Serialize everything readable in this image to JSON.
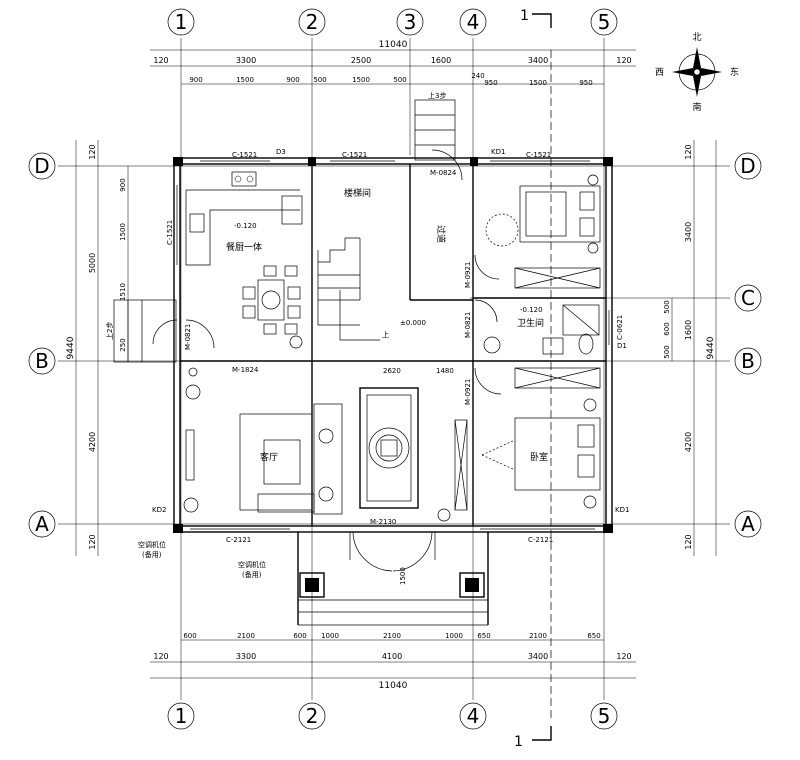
{
  "compass": {
    "north": "北",
    "south": "南",
    "east": "东",
    "west": "西"
  },
  "section_mark": "1",
  "axes": {
    "vertical": [
      "1",
      "2",
      "3",
      "4",
      "5"
    ],
    "horizontal": [
      "D",
      "C",
      "B",
      "A"
    ]
  },
  "dims_top": {
    "total": "11040",
    "overall": [
      "120",
      "3300",
      "2500",
      "1600",
      "3400",
      "120"
    ],
    "detail": [
      "900",
      "1500",
      "900",
      "500",
      "1500",
      "500",
      "240",
      "950",
      "1500",
      "950"
    ]
  },
  "dims_bottom": {
    "total": "11040",
    "overall": [
      "120",
      "3300",
      "4100",
      "3400",
      "120"
    ],
    "detail": [
      "600",
      "2100",
      "600",
      "1000",
      "2100",
      "1000",
      "650",
      "2100",
      "650"
    ]
  },
  "dims_left": {
    "total": "9440",
    "overall": [
      "120",
      "5000",
      "4200",
      "120"
    ],
    "detail": [
      "900",
      "1500",
      "1510",
      "250"
    ]
  },
  "dims_right": {
    "total": "9440",
    "overall": [
      "120",
      "3400",
      "1600",
      "4200",
      "120"
    ],
    "detail": [
      "500",
      "600",
      "500"
    ]
  },
  "rooms": {
    "kitchen": "餐厨一体",
    "stair": "楼梯间",
    "corridor": "过道",
    "bath": "卫生间",
    "living": "客厅",
    "bedroom": "卧室"
  },
  "levels": {
    "kitchen": "-0.120",
    "bath": "-0.120",
    "main": "±0.000"
  },
  "labels": {
    "c1521_a": "C-1521",
    "c1521_b": "C-1521",
    "c1521_c": "C-1521",
    "d3": "D3",
    "m0824_top": "M-0824",
    "kd1_top": "KD1",
    "c1521_left": "C-1521",
    "m0921_top": "M-0921",
    "m0821_left": "M-0821",
    "m0821_bath": "M-0821",
    "c0621": "C-0621",
    "d1": "D1",
    "m1824": "M-1824",
    "m0921_bottom": "M-0921",
    "kd2": "KD2",
    "kd1_bottom": "KD1",
    "m2130": "M-2130",
    "c2121_left": "C-2121",
    "c2121_right": "C-2121",
    "up3": "上3步",
    "up2": "上2步",
    "up": "上",
    "dim2620": "2620",
    "dim1480": "1480",
    "dim1500": "1500",
    "note_a": "空调机位",
    "note_a2": "(备用)",
    "note_b": "空调机位",
    "note_b2": "(备用)"
  }
}
